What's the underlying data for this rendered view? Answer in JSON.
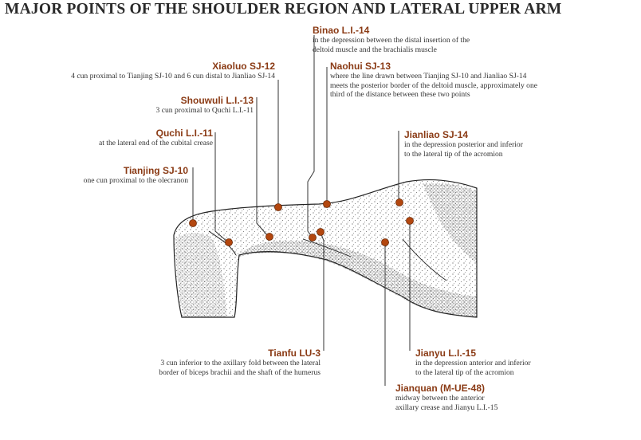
{
  "title": "MAJOR POINTS OF THE SHOULDER REGION AND LATERAL UPPER ARM",
  "points": {
    "binao": {
      "name": "Binao L.I.-14",
      "desc": [
        "in the depression between the distal insertion of the",
        "deltoid muscle and the brachialis muscle"
      ]
    },
    "xiaoluo": {
      "name": "Xiaoluo SJ-12",
      "desc": [
        "4 cun proximal to Tianjing SJ-10 and 6 cun distal to Jianliao SJ-14"
      ]
    },
    "naohui": {
      "name": "Naohui SJ-13",
      "desc": [
        "where the line drawn between Tianjing SJ-10 and Jianliao SJ-14",
        "meets the posterior border of the deltoid muscle, approximately one",
        "third of the distance between these two points"
      ]
    },
    "shouwuli": {
      "name": "Shouwuli L.I.-13",
      "desc": [
        "3 cun proximal to Quchi L.I.-11"
      ]
    },
    "quchi": {
      "name": "Quchi L.I.-11",
      "desc": [
        "at the lateral end of the cubital crease"
      ]
    },
    "jianliao": {
      "name": "Jianliao SJ-14",
      "desc": [
        "in the depression posterior and inferior",
        "to the lateral tip of the acromion"
      ]
    },
    "tianjing": {
      "name": "Tianjing SJ-10",
      "desc": [
        "one cun proximal to the olecranon"
      ]
    },
    "tianfu": {
      "name": "Tianfu LU-3",
      "desc": [
        "3 cun inferior to the axillary fold between the lateral",
        "border of biceps brachii and the shaft of the humerus"
      ]
    },
    "jianyu": {
      "name": "Jianyu L.I.-15",
      "desc": [
        "in the depression anterior and inferior",
        "to the lateral tip of the acromion"
      ]
    },
    "jianquan": {
      "name": "Jianquan (M-UE-48)",
      "desc": [
        "midway between the anterior",
        "axillary crease and Jianyu L.I.-15"
      ]
    }
  },
  "colors": {
    "point": "#b3470f",
    "point_stroke": "#6b2a08",
    "leader": "#333333",
    "name": "#8a3a14"
  }
}
